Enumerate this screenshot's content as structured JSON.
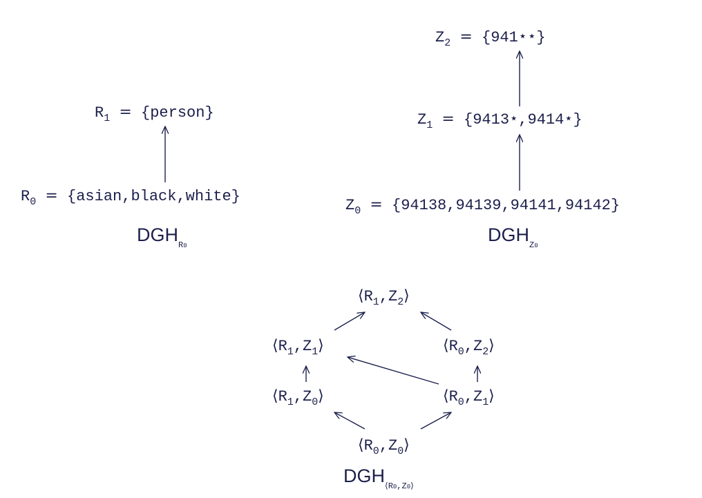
{
  "dgh_race": {
    "levels": [
      {
        "name": "R",
        "index": "0",
        "values": "{asian,black,white}"
      },
      {
        "name": "R",
        "index": "1",
        "values": "{person}"
      }
    ],
    "label": "DGH",
    "label_sub": "R",
    "label_sub_index": "0"
  },
  "dgh_zip": {
    "levels": [
      {
        "name": "Z",
        "index": "0",
        "values": "{94138,94139,94141,94142}"
      },
      {
        "name": "Z",
        "index": "1",
        "values": "{9413⋆,9414⋆}"
      },
      {
        "name": "Z",
        "index": "2",
        "values": "{941⋆⋆}"
      }
    ],
    "label": "DGH",
    "label_sub": "Z",
    "label_sub_index": "0"
  },
  "lattice": {
    "nodes": {
      "r1z2": {
        "a": "R",
        "ai": "1",
        "b": "Z",
        "bi": "2"
      },
      "r1z1": {
        "a": "R",
        "ai": "1",
        "b": "Z",
        "bi": "1"
      },
      "r0z2": {
        "a": "R",
        "ai": "0",
        "b": "Z",
        "bi": "2"
      },
      "r1z0": {
        "a": "R",
        "ai": "1",
        "b": "Z",
        "bi": "0"
      },
      "r0z1": {
        "a": "R",
        "ai": "0",
        "b": "Z",
        "bi": "1"
      },
      "r0z0": {
        "a": "R",
        "ai": "0",
        "b": "Z",
        "bi": "0"
      }
    },
    "edges": [
      [
        "r0z0",
        "r1z0"
      ],
      [
        "r0z0",
        "r0z1"
      ],
      [
        "r1z0",
        "r1z1"
      ],
      [
        "r0z1",
        "r0z2"
      ],
      [
        "r0z1",
        "r1z1"
      ],
      [
        "r1z1",
        "r1z2"
      ],
      [
        "r0z2",
        "r1z2"
      ]
    ],
    "label": "DGH",
    "label_sub_a": "R",
    "label_sub_ai": "0",
    "label_sub_b": "Z",
    "label_sub_bi": "0"
  },
  "symbols": {
    "eq": "=",
    "lang": "⟨",
    "rang": "⟩",
    "comma": ","
  }
}
